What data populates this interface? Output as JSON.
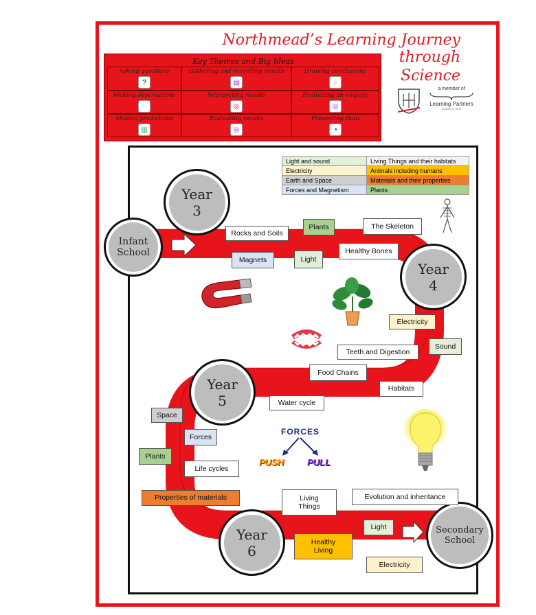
{
  "title": {
    "line1": "Northmead’s Learning Journey through",
    "line2": "Science"
  },
  "themes": {
    "heading": "Key Themes and Big Ideas",
    "cells": [
      [
        "Asking questions",
        "Gathering and recording results",
        "Drawing conclusions"
      ],
      [
        "Making observations",
        "Interpreting results",
        "Evaluating an enquiry"
      ],
      [
        "Making predictions",
        "Evaluating results",
        "Presenting Data"
      ]
    ]
  },
  "partner": {
    "member_of": "a member of",
    "name": "Learning Partners",
    "sub": "academy trust"
  },
  "legend": [
    {
      "label": "Light and sound",
      "color": "#e2efd9"
    },
    {
      "label": "Living Things and their habitats",
      "color": "#f2f2f2"
    },
    {
      "label": "Electricity",
      "color": "#fff2cc"
    },
    {
      "label": "Animals including humans",
      "color": "#ffc000"
    },
    {
      "label": "Earth and Space",
      "color": "#d0cece"
    },
    {
      "label": "Materials and their properties",
      "color": "#ed7d31"
    },
    {
      "label": "Forces and Magnetism",
      "color": "#dae3f3"
    },
    {
      "label": "Plants",
      "color": "#a9d18e"
    }
  ],
  "stages": {
    "infant": "Infant School",
    "year3": "Year 3",
    "year4": "Year 4",
    "year5": "Year 5",
    "year6": "Year 6",
    "secondary": "Secondary School"
  },
  "topics": {
    "rocks": "Rocks and Soils",
    "plants_y3": "Plants",
    "skeleton": "The Skeleton",
    "magnets": "Magnets",
    "light_y3": "Light",
    "bones": "Healthy Bones",
    "electricity_y4": "Electricity",
    "sound": "Sound",
    "teeth": "Teeth and Digestion",
    "food": "Food Chains",
    "habitats": "Habitats",
    "water": "Water cycle",
    "space": "Space",
    "forces": "Forces",
    "plants_y5": "Plants",
    "lifecycles": "Life cycles",
    "materials": "Properties of materials",
    "living": "Living Things",
    "evolution": "Evolution and inheritance",
    "light_y6": "Light",
    "healthy": "Healthy Living",
    "electricity_y6": "Electricity"
  },
  "forces_art": {
    "title": "FORCES",
    "push": "PUSH",
    "pull": "PULL"
  },
  "colors": {
    "road": "#e8141b",
    "frame": "#e8141b",
    "circle": "#bdbdbd"
  }
}
